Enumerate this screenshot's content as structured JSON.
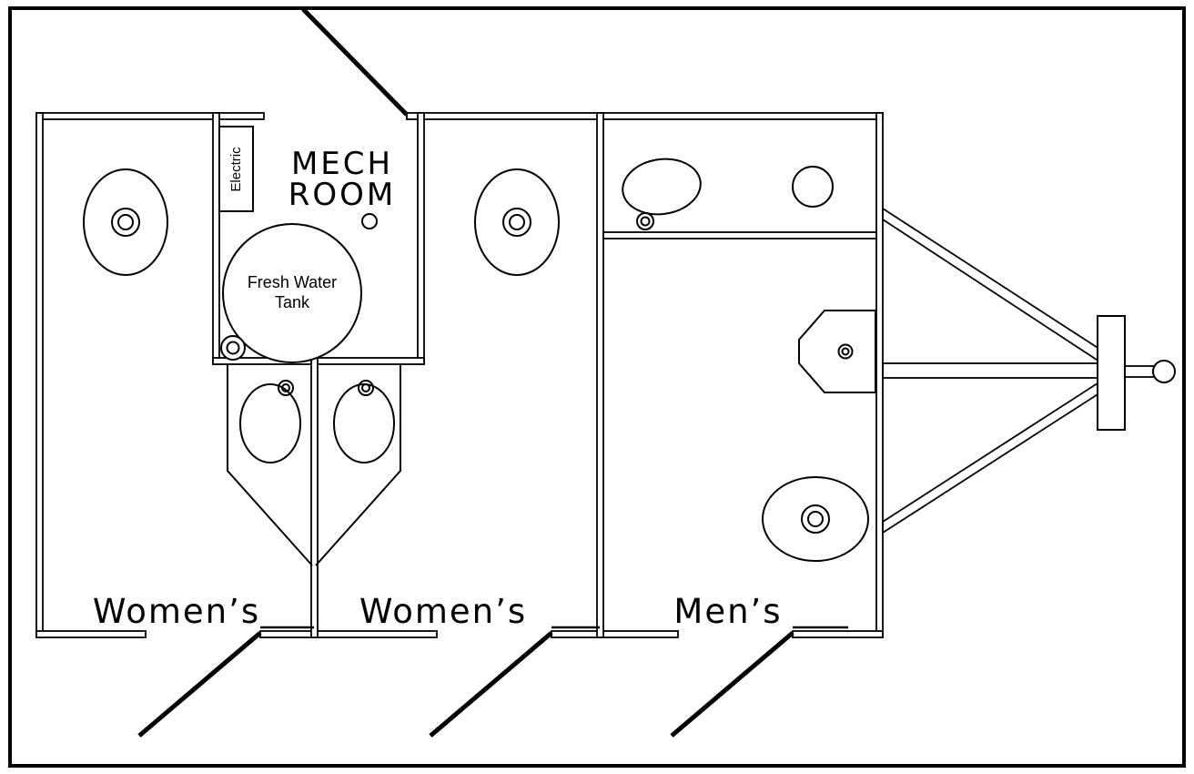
{
  "page": {
    "background_color": "#ffffff",
    "line_color": "#000000"
  },
  "labels": {
    "mech_line1": "MECH",
    "mech_line2": "ROOM",
    "electric": "Electric",
    "tank_line1": "Fresh Water",
    "tank_line2": "Tank",
    "womens_1": "Women’s",
    "womens_2": "Women’s",
    "mens": "Men’s"
  }
}
